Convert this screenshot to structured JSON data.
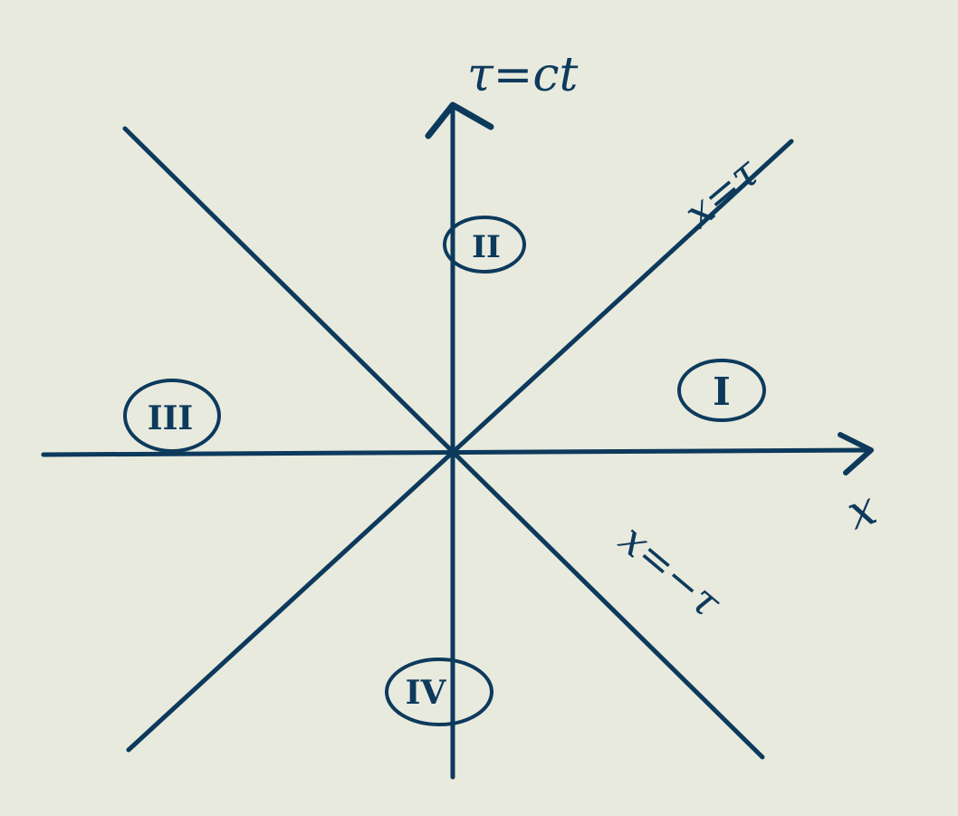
{
  "diagram": {
    "ink_color": "#0d3a5c",
    "background_color": "#e9ebdf",
    "axes": {
      "vertical_label": "τ=ct",
      "horizontal_label": "x"
    },
    "lines": {
      "diagonal_up": "x=τ",
      "diagonal_down": "x=−τ"
    },
    "regions": [
      "I",
      "II",
      "III",
      "IV"
    ]
  }
}
